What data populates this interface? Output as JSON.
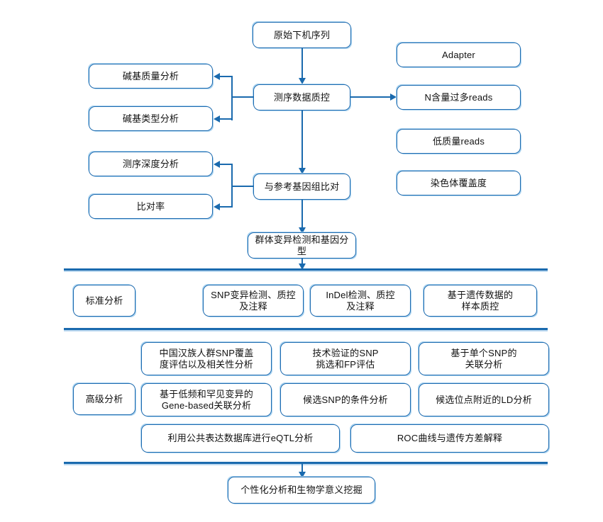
{
  "diagram": {
    "title": "WGS/GWAS analysis pipeline flowchart",
    "accent_color": "#1a6aae",
    "box_border_color": "#1f6cb0",
    "box_halo_color": "#a9d2ef",
    "background_color": "#ffffff"
  },
  "pipeline": {
    "raw_sequence": "原始下机序列",
    "qc": "测序数据质控",
    "qc_outputs_left": [
      "碱基质量分析",
      "碱基类型分析"
    ],
    "qc_outputs_right": [
      "Adapter",
      "N含量过多reads",
      "低质量reads"
    ],
    "alignment": "与参考基因组比对",
    "alignment_outputs_left": [
      "测序深度分析",
      "比对率"
    ],
    "alignment_outputs_right": [
      "染色体覆盖度"
    ],
    "variant_calling": "群体变异检测和基因分型"
  },
  "standard_analysis": {
    "section_label": "标准分析",
    "items": [
      "SNP变异检测、质控\n及注释",
      "InDel检测、质控\n及注释",
      "基于遗传数据的\n样本质控"
    ]
  },
  "advanced_analysis": {
    "section_label": "高级分析",
    "row1": [
      "中国汉族人群SNP覆盖\n度评估以及相关性分析",
      "技术验证的SNP\n挑选和FP评估",
      "基于单个SNP的\n关联分析"
    ],
    "row2": [
      "基于低频和罕见变异的\nGene-based关联分析",
      "候选SNP的条件分析",
      "候选位点附近的LD分析"
    ],
    "row3": [
      "利用公共表达数据库进行eQTL分析",
      "ROC曲线与遗传方差解释"
    ]
  },
  "final_stage": {
    "label": "个性化分析和生物学意义挖掘"
  }
}
